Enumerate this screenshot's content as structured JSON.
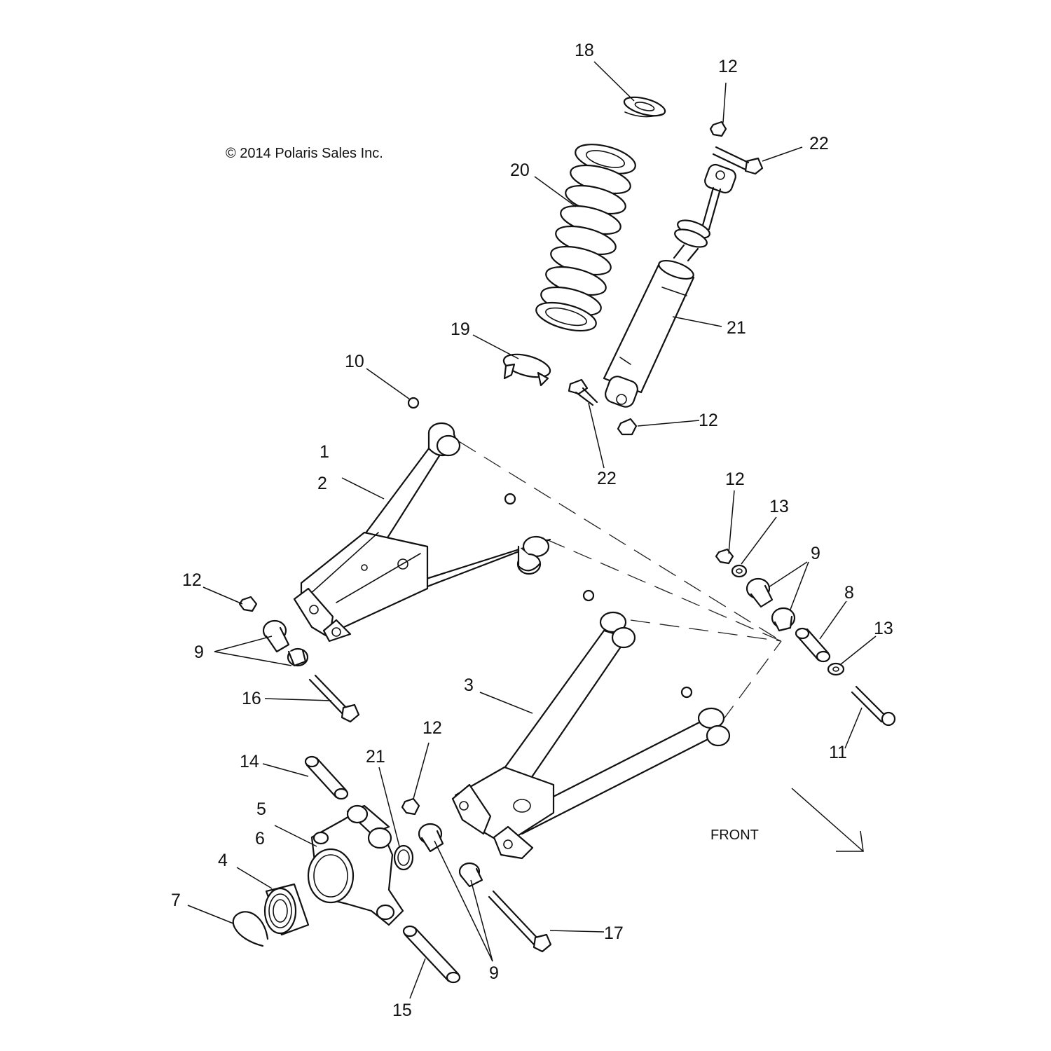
{
  "copyright": "© 2014 Polaris Sales Inc.",
  "direction_label": "FRONT",
  "callouts": {
    "c1": "1",
    "c2": "2",
    "c3": "3",
    "c4": "4",
    "c5": "5",
    "c6": "6",
    "c7": "7",
    "c8": "8",
    "c9a": "9",
    "c9b": "9",
    "c9c": "9",
    "c10": "10",
    "c11": "11",
    "c12a": "12",
    "c12b": "12",
    "c12c": "12",
    "c12d": "12",
    "c12e": "12",
    "c13a": "13",
    "c13b": "13",
    "c14": "14",
    "c15": "15",
    "c16": "16",
    "c17": "17",
    "c18": "18",
    "c19": "19",
    "c20": "20",
    "c21a": "21",
    "c21b": "21",
    "c22a": "22",
    "c22b": "22"
  }
}
